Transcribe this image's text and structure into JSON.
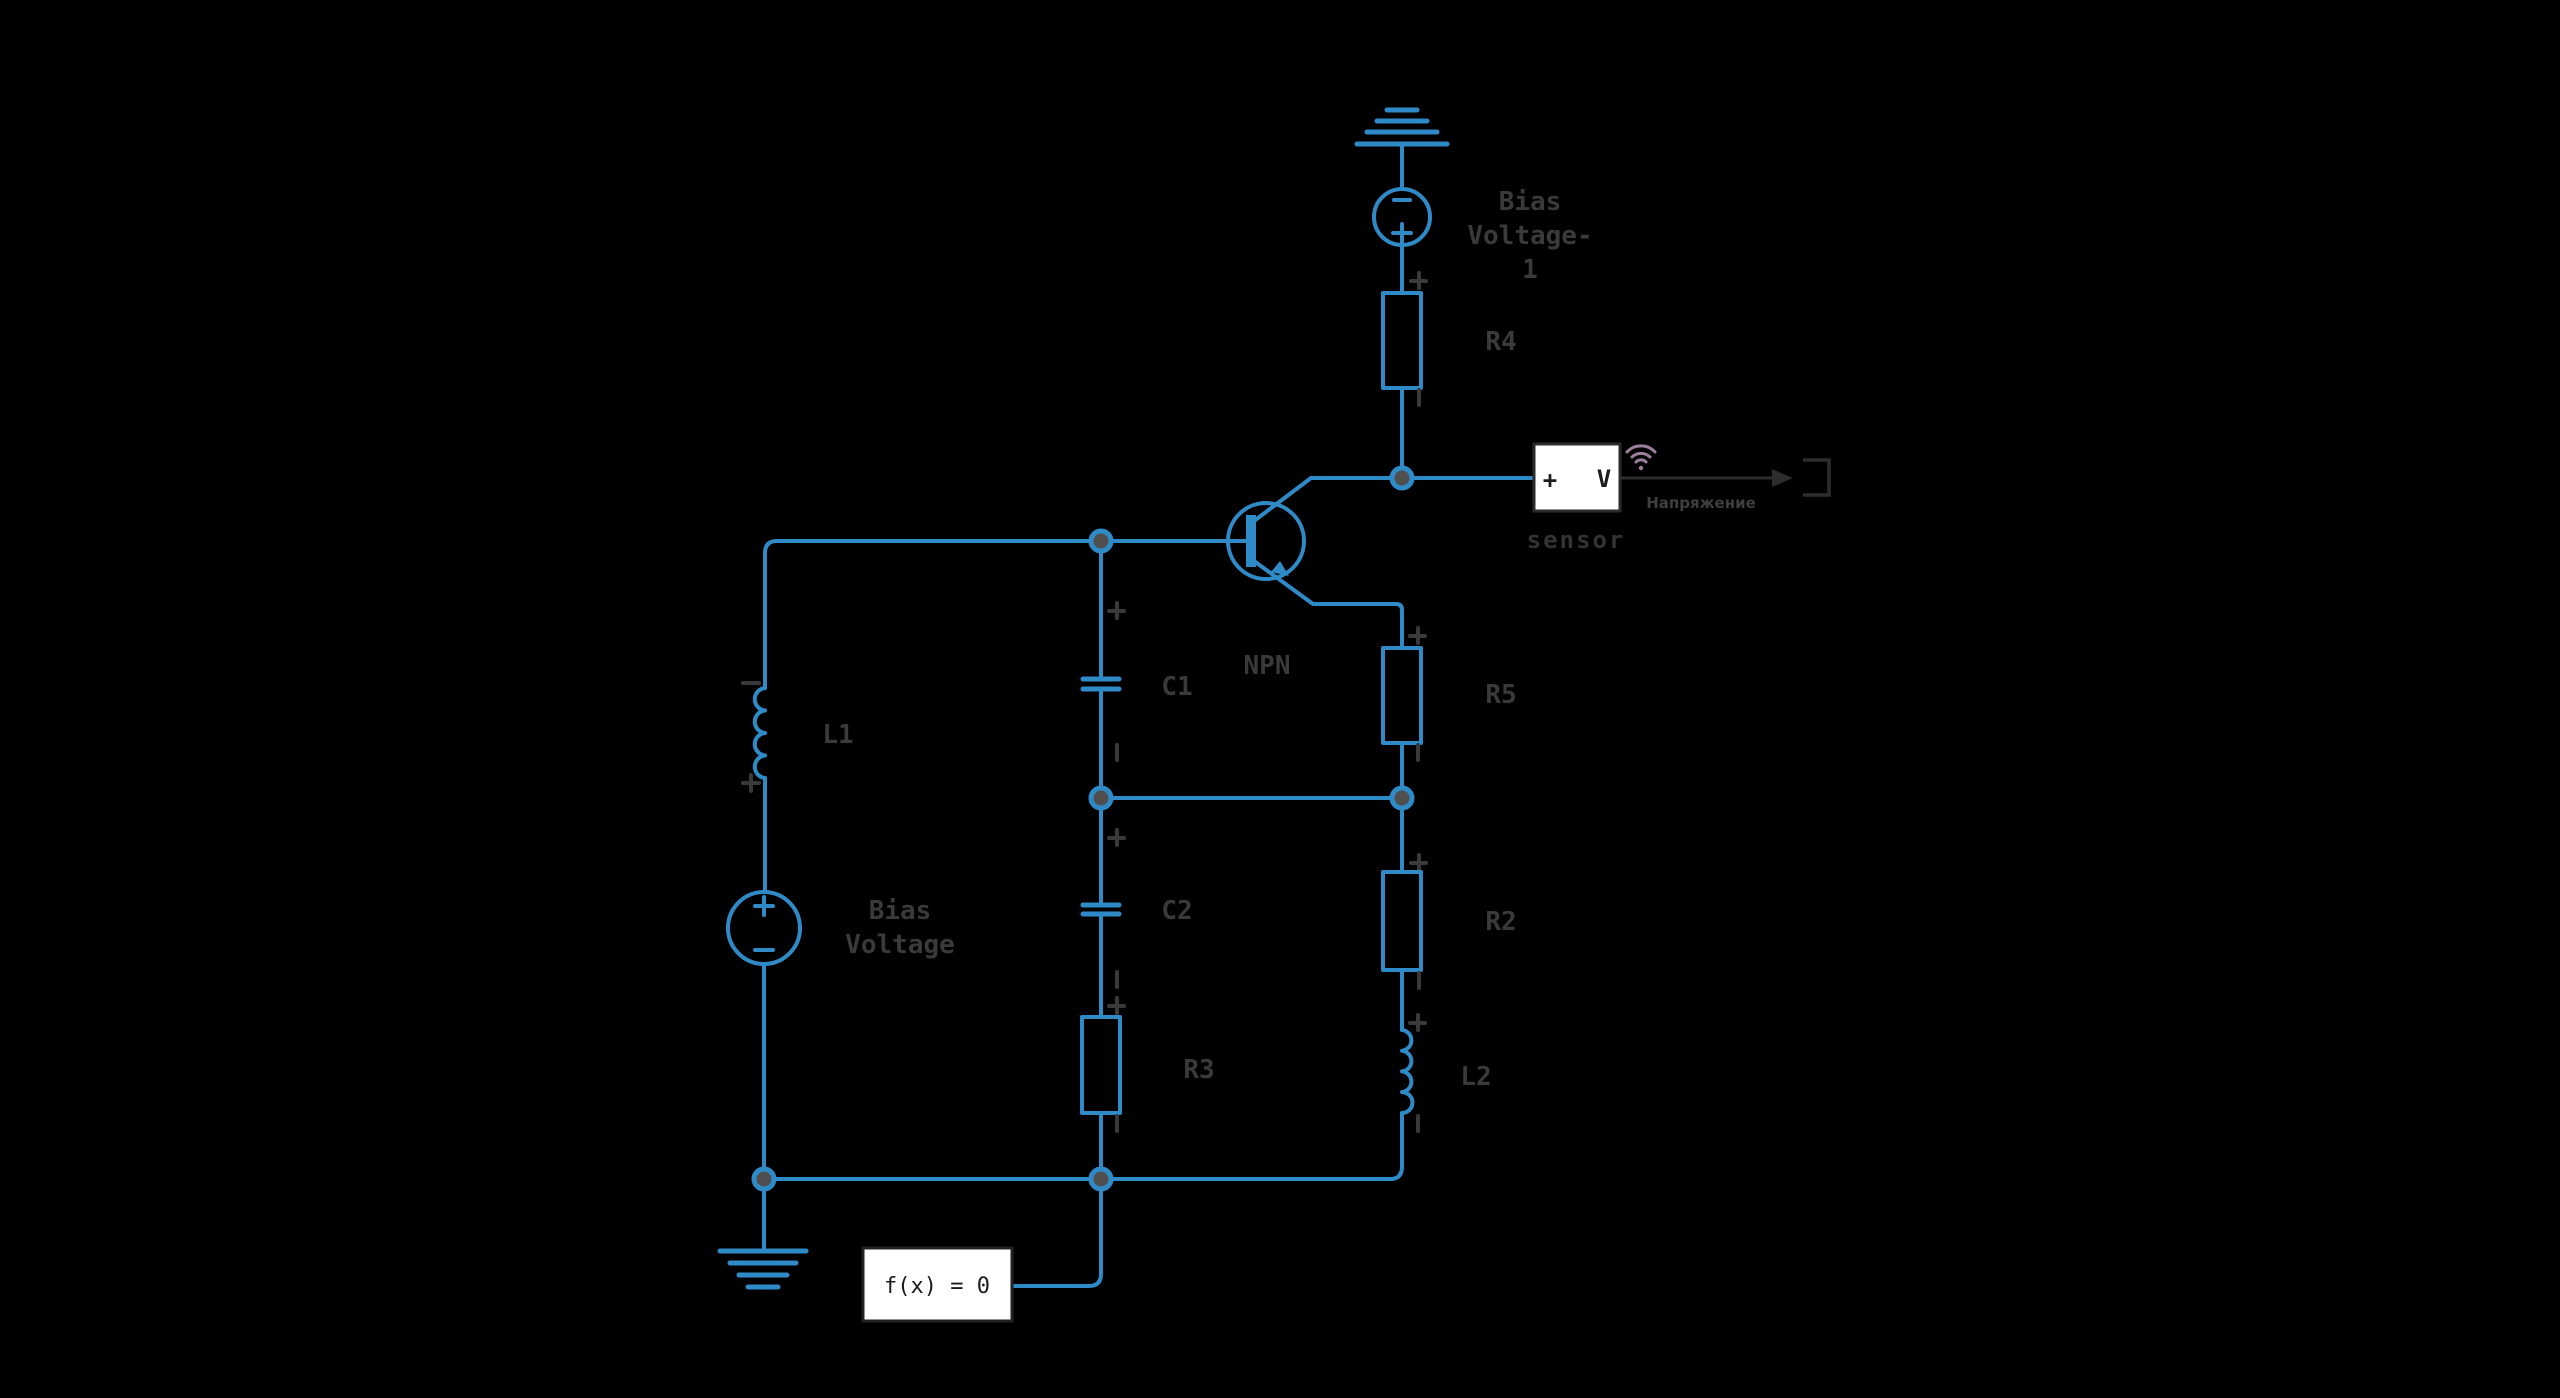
{
  "canvas": {
    "background": "#000000",
    "wire_color": "#2f8bc8",
    "label_color": "#3a3a3a",
    "ink_color": "#2d2d2d",
    "wifi_color": "#9b7f9b",
    "node_fill": "#4f4f4f"
  },
  "components": {
    "ground_top": {
      "name": "ground"
    },
    "ground_bottom": {
      "name": "ground"
    },
    "bias_voltage_1": {
      "label_lines": [
        "Bias",
        "Voltage-",
        "1"
      ]
    },
    "bias_voltage": {
      "label_lines": [
        "Bias",
        "Voltage"
      ]
    },
    "r4": {
      "label": "R4"
    },
    "r5": {
      "label": "R5"
    },
    "r2": {
      "label": "R2"
    },
    "r3": {
      "label": "R3"
    },
    "c1": {
      "label": "C1"
    },
    "c2": {
      "label": "C2"
    },
    "l1": {
      "label": "L1"
    },
    "l2": {
      "label": "L2"
    },
    "npn": {
      "label": "NPN"
    },
    "sensor": {
      "label": "sensor",
      "plus": "+",
      "unit": "V"
    },
    "signal": {
      "label": "Напряжение"
    },
    "fx": {
      "label": "f(x) = 0"
    }
  }
}
